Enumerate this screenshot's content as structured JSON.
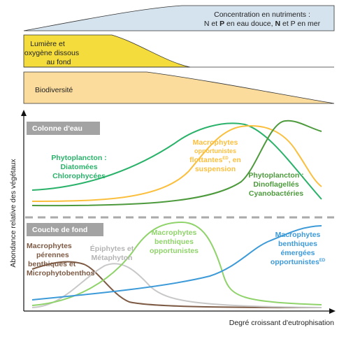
{
  "colors": {
    "nutrients_fill": "#d5e3ee",
    "light_fill": "#f3dc3c",
    "biodiversity_fill": "#fbdc9c",
    "section_label_bg": "#a3a3a3",
    "separator": "#aaaaaa",
    "diatoms": "#2ab26a",
    "floating_macrophytes": "#fbbf3e",
    "dinoflagellates": "#4d9a3d",
    "perennial_macrophytes": "#7d5a44",
    "epiphytes": "#c8c8c8",
    "benthic_macrophytes": "#8fd36a",
    "emergent_macrophytes": "#3d9ad8"
  },
  "bands": {
    "nutrients": {
      "line1": "Concentration en nutriments :",
      "line2_a": "N et ",
      "line2_b": "P",
      "line2_c": " en eau douce, ",
      "line2_d": "N",
      "line2_e": " et P en mer"
    },
    "light": {
      "line1": "Lumière et",
      "line2": "oxygène dissous",
      "line3": "au fond"
    },
    "biodiversity": {
      "label": "Biodiversité"
    }
  },
  "sections": {
    "water_column": "Colonne d'eau",
    "bottom_layer": "Couche de fond"
  },
  "axes": {
    "ylabel": "Abondance relative des végétaux",
    "xlabel": "Degré croissant d'eutrophisation"
  },
  "labels": {
    "diatoms": {
      "line1": "Phytoplancton :",
      "line2": "Diatomées",
      "line3": "Chlorophycées"
    },
    "floating": {
      "line1": "Macrophytes",
      "line2": "opportunistes",
      "line3": "flottantes",
      "sup": "ED",
      "line3b": ", en",
      "line4": "suspension"
    },
    "dinoflagellates": {
      "line1": "Phytoplancton :",
      "line2": "Dinoflagellés",
      "line3": "Cyanobactéries"
    },
    "benthic": {
      "line1": "Macrophytes",
      "line2": "benthiques",
      "line3": "opportunistes"
    },
    "perennial": {
      "line1": "Macrophytes",
      "line2": "pérennes",
      "line3": "benthiques et",
      "line4": "Microphytobenthos"
    },
    "epiphytes": {
      "line1": "Épiphytes et",
      "line2": "Métaphyton"
    },
    "emergent": {
      "line1": "Macrophytes",
      "line2": "benthiques",
      "line3": "émergées",
      "line4": "opportunistes",
      "sup": "ED"
    }
  }
}
